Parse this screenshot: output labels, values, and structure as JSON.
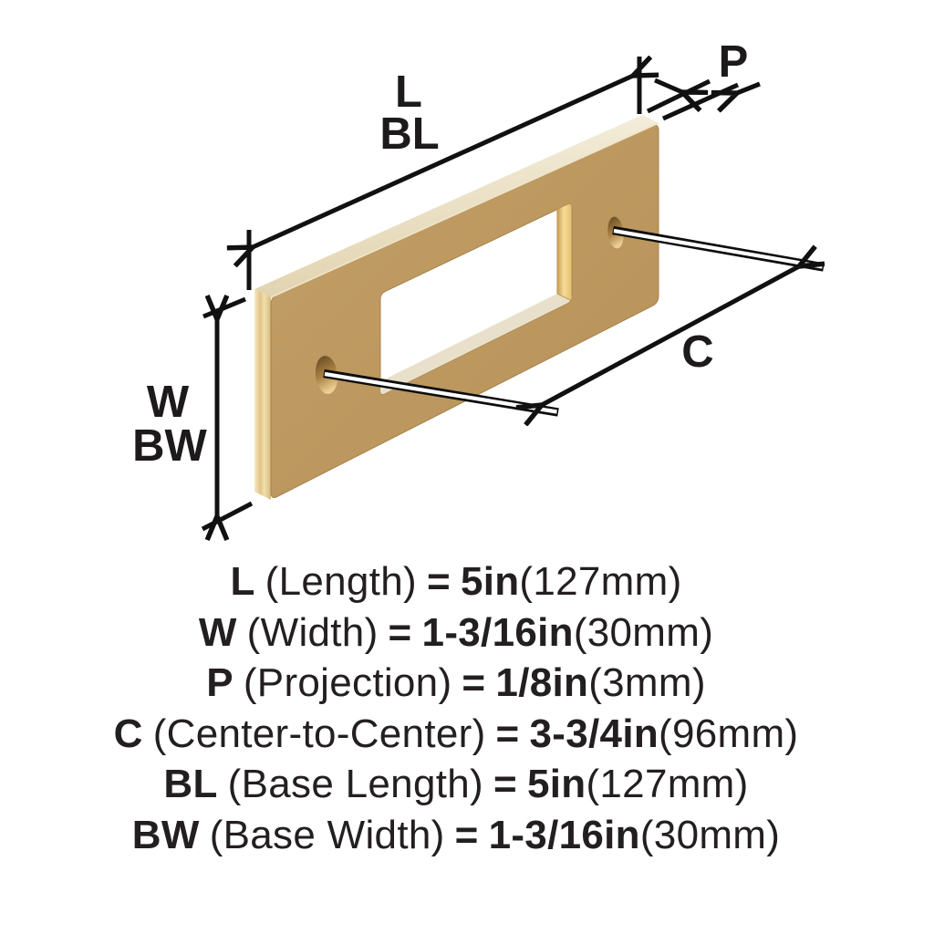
{
  "diagram": {
    "dim_labels": {
      "length": "L",
      "base_length": "BL",
      "projection": "P",
      "center_to_center": "C",
      "width": "W",
      "base_width": "BW"
    },
    "colors": {
      "plate_face": "#BD9A60",
      "plate_top_edge": "#E9DFC4",
      "plate_side_edge": "#F2E4B8",
      "cutout_inner_wall": "#F2D383",
      "dimension_lines": "#111111",
      "text": "#231f20"
    }
  },
  "specs": [
    {
      "key": "L",
      "name": "(Length)",
      "eq": "=",
      "value": "5in",
      "metric": "(127mm)"
    },
    {
      "key": "W",
      "name": "(Width)",
      "eq": "=",
      "value": "1-3/16in",
      "metric": "(30mm)"
    },
    {
      "key": "P",
      "name": "(Projection)",
      "eq": "=",
      "value": "1/8in",
      "metric": "(3mm)"
    },
    {
      "key": "C",
      "name": "(Center-to-Center)",
      "eq": "=",
      "value": "3-3/4in",
      "metric": "(96mm)"
    },
    {
      "key": "BL",
      "name": "(Base Length)",
      "eq": "=",
      "value": "5in",
      "metric": "(127mm)"
    },
    {
      "key": "BW",
      "name": "(Base Width)",
      "eq": "=",
      "value": "1-3/16in",
      "metric": "(30mm)"
    }
  ]
}
